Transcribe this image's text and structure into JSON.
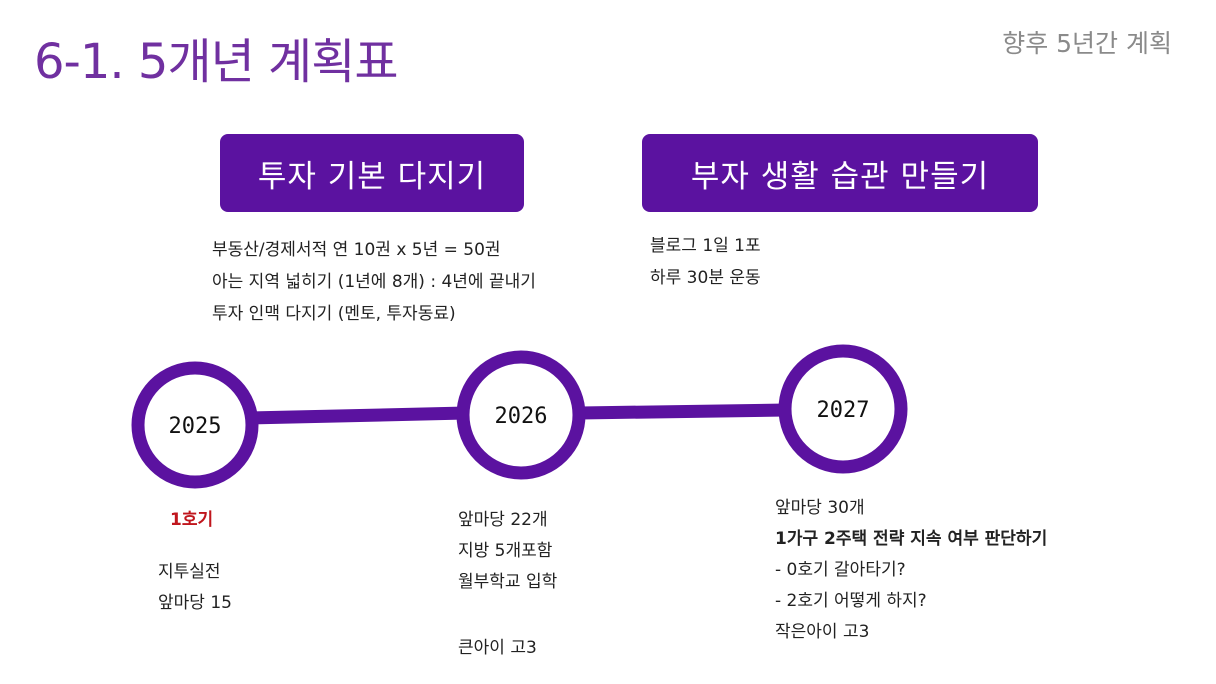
{
  "header": {
    "title": "6-1. 5개년 계획표",
    "subtitle": "향후 5년간 계획"
  },
  "banners": [
    {
      "label": "투자 기본 다지기"
    },
    {
      "label": "부자 생활 습관 만들기"
    }
  ],
  "goals_investment": [
    "부동산/경제서적 연 10권 x 5년 = 50권",
    "아는 지역 넓히기 (1년에 8개) : 4년에 끝내기",
    "투자 인맥 다지기 (멘토, 투자동료)"
  ],
  "goals_habits": [
    "블로그 1일 1포",
    "하루 30분 운동"
  ],
  "timeline": {
    "years": [
      "2025",
      "2026",
      "2027"
    ],
    "accent_color": "#5b12a0"
  },
  "notes_2025": {
    "highlight": "1호기",
    "lines": [
      "지투실전",
      "앞마당 15"
    ]
  },
  "notes_2026": {
    "lines": [
      "앞마당 22개",
      "지방 5개포함",
      "월부학교 입학"
    ],
    "extra": "큰아이 고3"
  },
  "notes_2027": {
    "line1": "앞마당 30개",
    "bold": "1가구 2주택 전략 지속 여부 판단하기",
    "lines": [
      "- 0호기 갈아타기?",
      "- 2호기 어떻게 하지?",
      "작은아이 고3"
    ]
  }
}
